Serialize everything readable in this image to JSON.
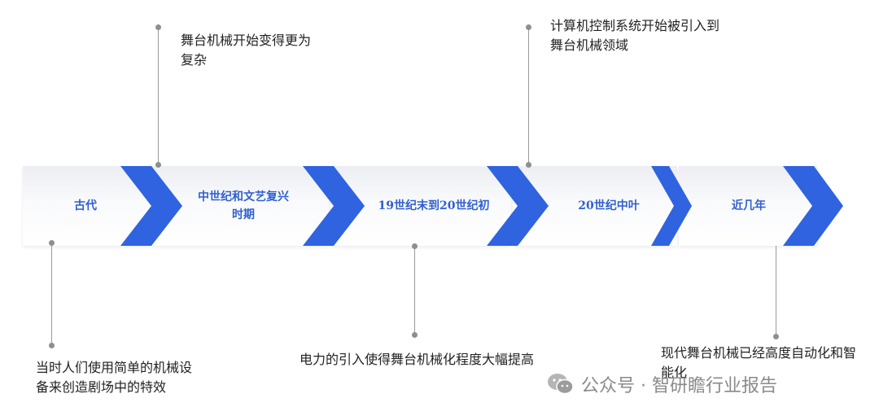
{
  "stages": [
    {
      "label": "古代"
    },
    {
      "label": "中世纪和文艺复兴时期"
    },
    {
      "label": "19世纪末到20世纪初"
    },
    {
      "label": "20世纪中叶"
    },
    {
      "label": "近几年"
    }
  ],
  "events": [
    {
      "text": "当时人们使用简单的机械设备来创造剧场中的特效"
    },
    {
      "text": "舞台机械开始变得更为复杂"
    },
    {
      "text": "电力的引入使得舞台机械化程度大幅提高"
    },
    {
      "text": "计算机控制系统开始被引入到舞台机械领域"
    },
    {
      "text": "现代舞台机械已经高度自动化和智能化"
    }
  ],
  "watermark": {
    "text": "公众号 · 智研瞻行业报告",
    "icon": "wechat-icon"
  },
  "colors": {
    "accent": "#2f5fd0",
    "chevron": "#2f63e0",
    "connector": "#9a9a9a"
  }
}
